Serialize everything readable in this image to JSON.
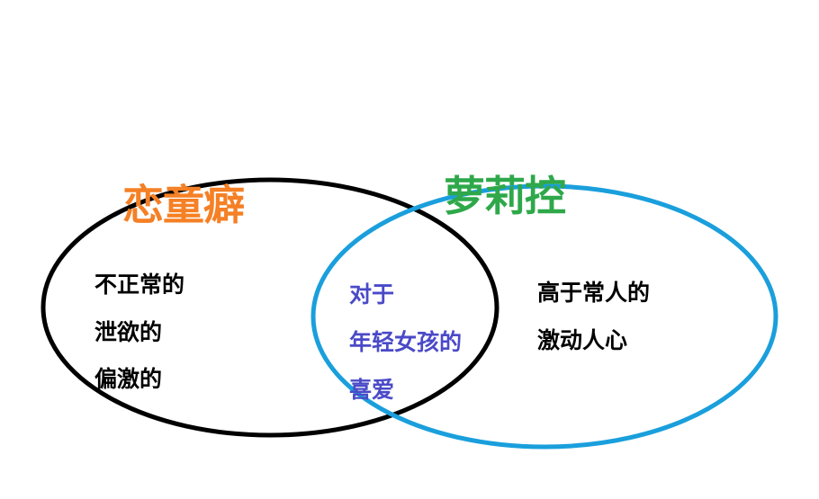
{
  "colors": {
    "left_circle": "#000000",
    "right_circle": "#1a9fdc",
    "left_title": "#f58025",
    "right_title": "#2ea84a",
    "overlap_text": "#4a4ac8",
    "side_text": "#000000"
  },
  "diagram": {
    "type": "venn",
    "left": {
      "title": "恋童癖",
      "items": [
        "不正常的",
        "泄欲的",
        "偏激的"
      ]
    },
    "right": {
      "title": "萝莉控",
      "items": [
        "高于常人的",
        "激动人心"
      ]
    },
    "overlap": {
      "items": [
        "对于",
        "年轻女孩的",
        "喜爱"
      ]
    }
  }
}
